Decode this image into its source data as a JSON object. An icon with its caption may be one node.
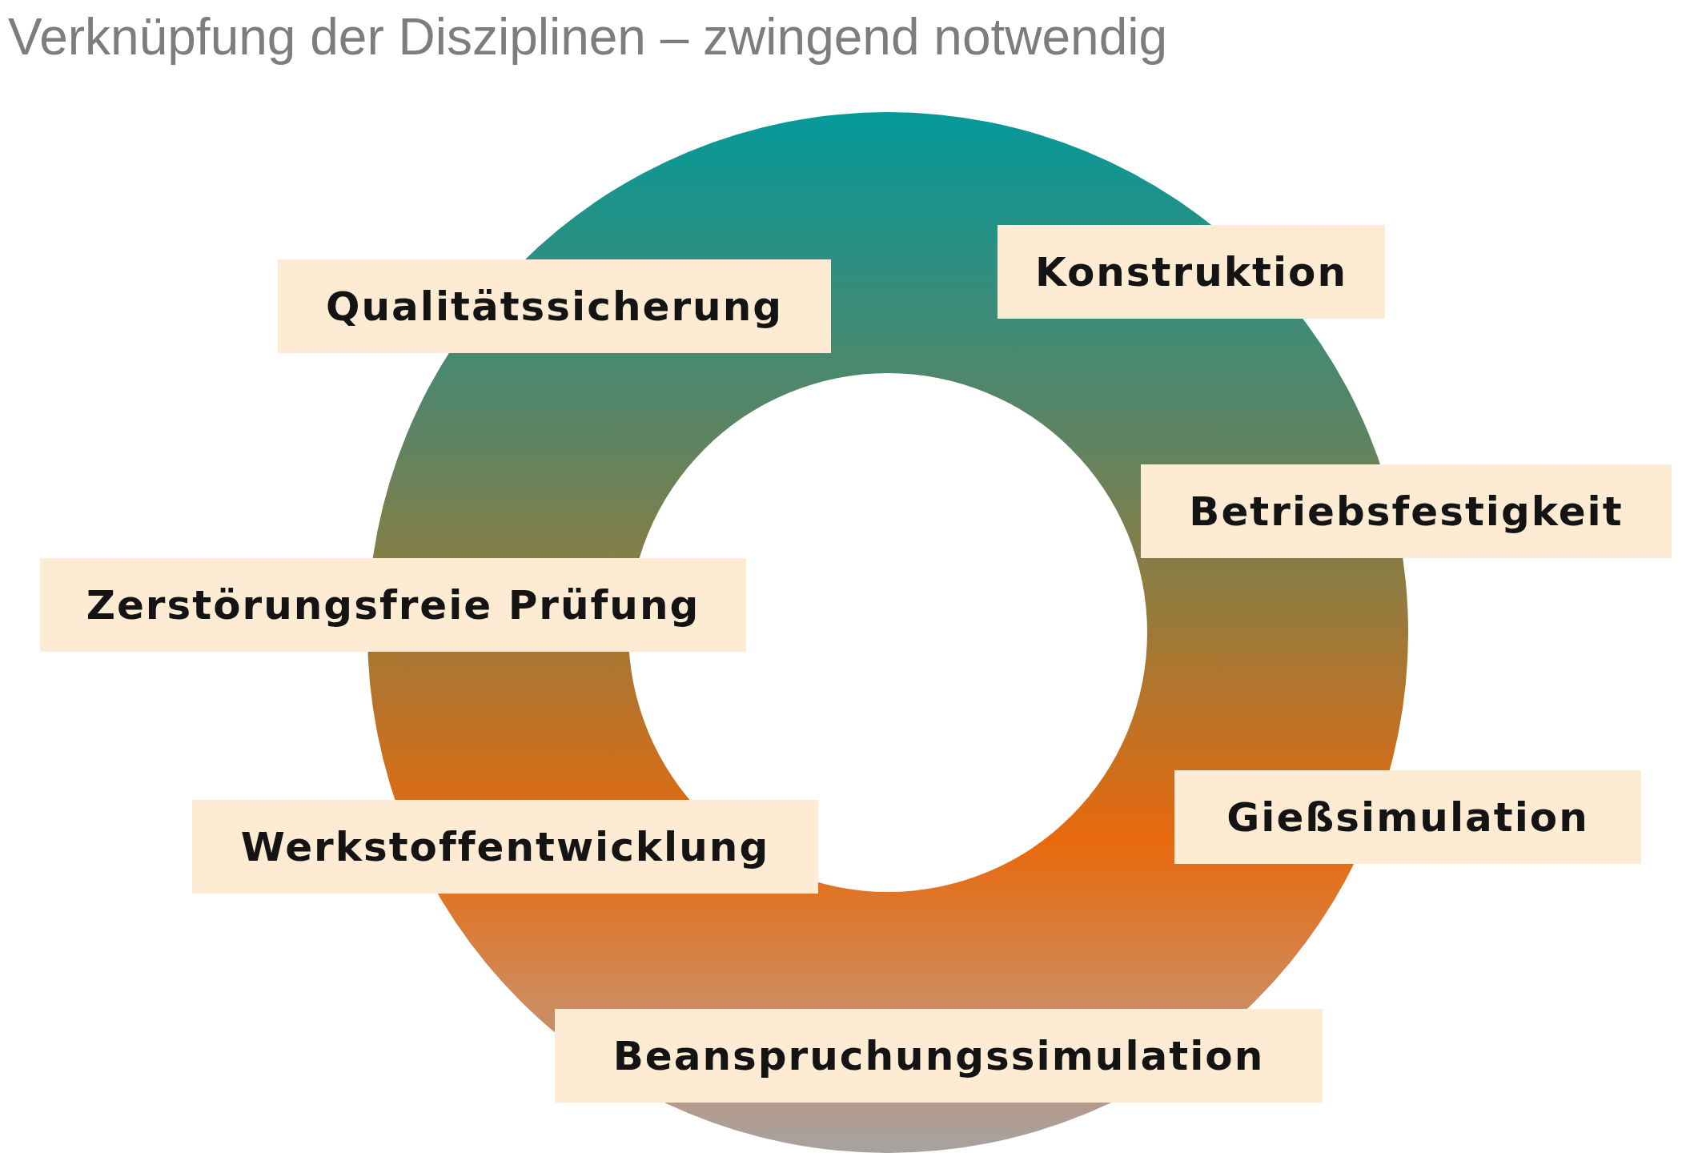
{
  "diagram": {
    "title": "Verknüpfung der Disziplinen – zwingend notwendig",
    "nodes": [
      {
        "text": [
          "Qualitätssicherung"
        ]
      },
      {
        "text": [
          "Konstruktion"
        ]
      },
      {
        "text": [
          "Betriebsfestigkeit"
        ]
      },
      {
        "text": [
          "Zerstörungsfreie Prüfung"
        ]
      },
      {
        "text": [
          "Gießsimulation"
        ]
      },
      {
        "text": [
          "Werkstoffentwicklung"
        ]
      },
      {
        "text": [
          "Beanspruchungssimulation"
        ]
      }
    ]
  }
}
